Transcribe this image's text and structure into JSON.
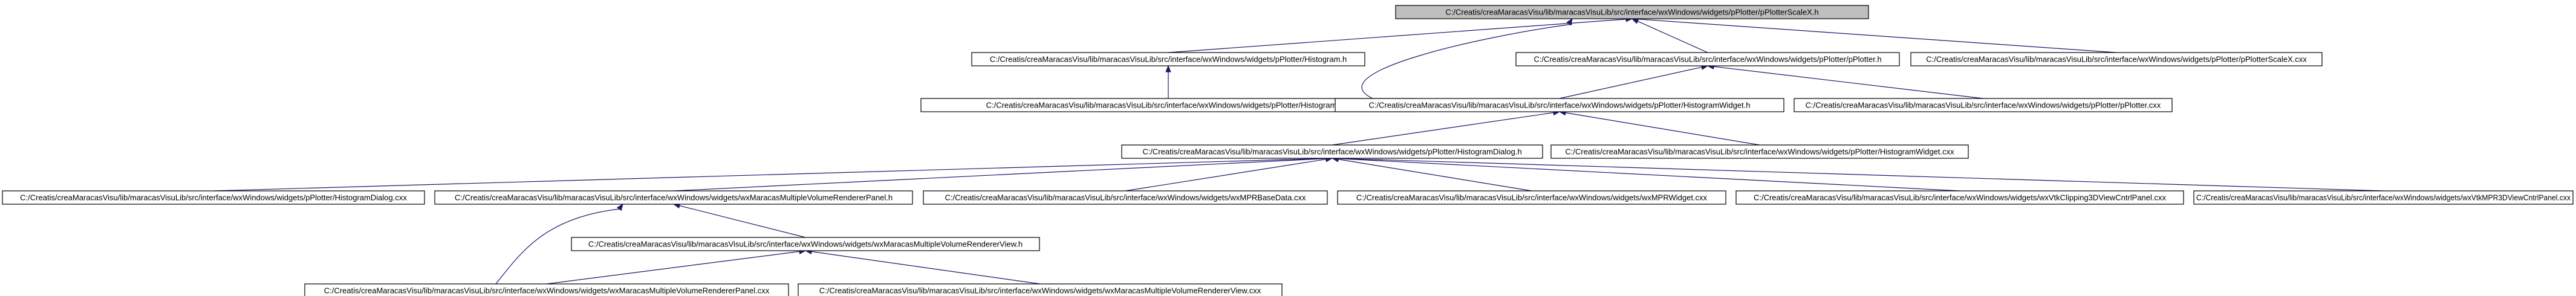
{
  "graph": {
    "type": "include-dependency-graph",
    "nodes": [
      {
        "id": "n0",
        "label": "C:/Creatis/creaMaracasVisu/lib/maracasVisuLib/src/interface/wxWindows/widgets/pPlotter/pPlotterScaleX.h",
        "root": true
      },
      {
        "id": "n1",
        "label": "C:/Creatis/creaMaracasVisu/lib/maracasVisuLib/src/interface/wxWindows/widgets/pPlotter/Histogram.h"
      },
      {
        "id": "n2",
        "label": "C:/Creatis/creaMaracasVisu/lib/maracasVisuLib/src/interface/wxWindows/widgets/pPlotter/pPlotter.h"
      },
      {
        "id": "n3",
        "label": "C:/Creatis/creaMaracasVisu/lib/maracasVisuLib/src/interface/wxWindows/widgets/pPlotter/pPlotterScaleX.cxx"
      },
      {
        "id": "n4",
        "label": "C:/Creatis/creaMaracasVisu/lib/maracasVisuLib/src/interface/wxWindows/widgets/pPlotter/Histogram.cxx"
      },
      {
        "id": "n5",
        "label": "C:/Creatis/creaMaracasVisu/lib/maracasVisuLib/src/interface/wxWindows/widgets/pPlotter/HistogramWidget.h"
      },
      {
        "id": "n6",
        "label": "C:/Creatis/creaMaracasVisu/lib/maracasVisuLib/src/interface/wxWindows/widgets/pPlotter/pPlotter.cxx"
      },
      {
        "id": "n7",
        "label": "C:/Creatis/creaMaracasVisu/lib/maracasVisuLib/src/interface/wxWindows/widgets/pPlotter/HistogramDialog.h"
      },
      {
        "id": "n8",
        "label": "C:/Creatis/creaMaracasVisu/lib/maracasVisuLib/src/interface/wxWindows/widgets/pPlotter/HistogramWidget.cxx"
      },
      {
        "id": "n9",
        "label": "C:/Creatis/creaMaracasVisu/lib/maracasVisuLib/src/interface/wxWindows/widgets/pPlotter/HistogramDialog.cxx"
      },
      {
        "id": "n10",
        "label": "C:/Creatis/creaMaracasVisu/lib/maracasVisuLib/src/interface/wxWindows/widgets/wxMaracasMultipleVolumeRendererPanel.h"
      },
      {
        "id": "n11",
        "label": "C:/Creatis/creaMaracasVisu/lib/maracasVisuLib/src/interface/wxWindows/widgets/wxMPRBaseData.cxx"
      },
      {
        "id": "n12",
        "label": "C:/Creatis/creaMaracasVisu/lib/maracasVisuLib/src/interface/wxWindows/widgets/wxMPRWidget.cxx"
      },
      {
        "id": "n13",
        "label": "C:/Creatis/creaMaracasVisu/lib/maracasVisuLib/src/interface/wxWindows/widgets/wxVtkClipping3DViewCntrlPanel.cxx"
      },
      {
        "id": "n14",
        "label": "C:/Creatis/creaMaracasVisu/lib/maracasVisuLib/src/interface/wxWindows/widgets/wxVtkMPR3DViewCntrlPanel.cxx"
      },
      {
        "id": "n15",
        "label": "C:/Creatis/creaMaracasVisu/lib/maracasVisuLib/src/interface/wxWindows/widgets/wxMaracasMultipleVolumeRendererView.h"
      },
      {
        "id": "n16",
        "label": "C:/Creatis/creaMaracasVisu/lib/maracasVisuLib/src/interface/wxWindows/widgets/wxMaracasMultipleVolumeRendererPanel.cxx"
      },
      {
        "id": "n17",
        "label": "C:/Creatis/creaMaracasVisu/lib/maracasVisuLib/src/interface/wxWindows/widgets/wxMaracasMultipleVolumeRendererView.cxx"
      }
    ],
    "edges": [
      {
        "from": "n0",
        "to": "n1"
      },
      {
        "from": "n0",
        "to": "n2"
      },
      {
        "from": "n0",
        "to": "n3"
      },
      {
        "from": "n0",
        "to": "n5"
      },
      {
        "from": "n1",
        "to": "n4"
      },
      {
        "from": "n2",
        "to": "n5"
      },
      {
        "from": "n2",
        "to": "n6"
      },
      {
        "from": "n5",
        "to": "n7"
      },
      {
        "from": "n5",
        "to": "n8"
      },
      {
        "from": "n7",
        "to": "n9"
      },
      {
        "from": "n7",
        "to": "n10"
      },
      {
        "from": "n7",
        "to": "n11"
      },
      {
        "from": "n7",
        "to": "n12"
      },
      {
        "from": "n7",
        "to": "n13"
      },
      {
        "from": "n7",
        "to": "n14"
      },
      {
        "from": "n10",
        "to": "n15"
      },
      {
        "from": "n10",
        "to": "n16"
      },
      {
        "from": "n15",
        "to": "n16"
      },
      {
        "from": "n15",
        "to": "n17"
      }
    ]
  }
}
